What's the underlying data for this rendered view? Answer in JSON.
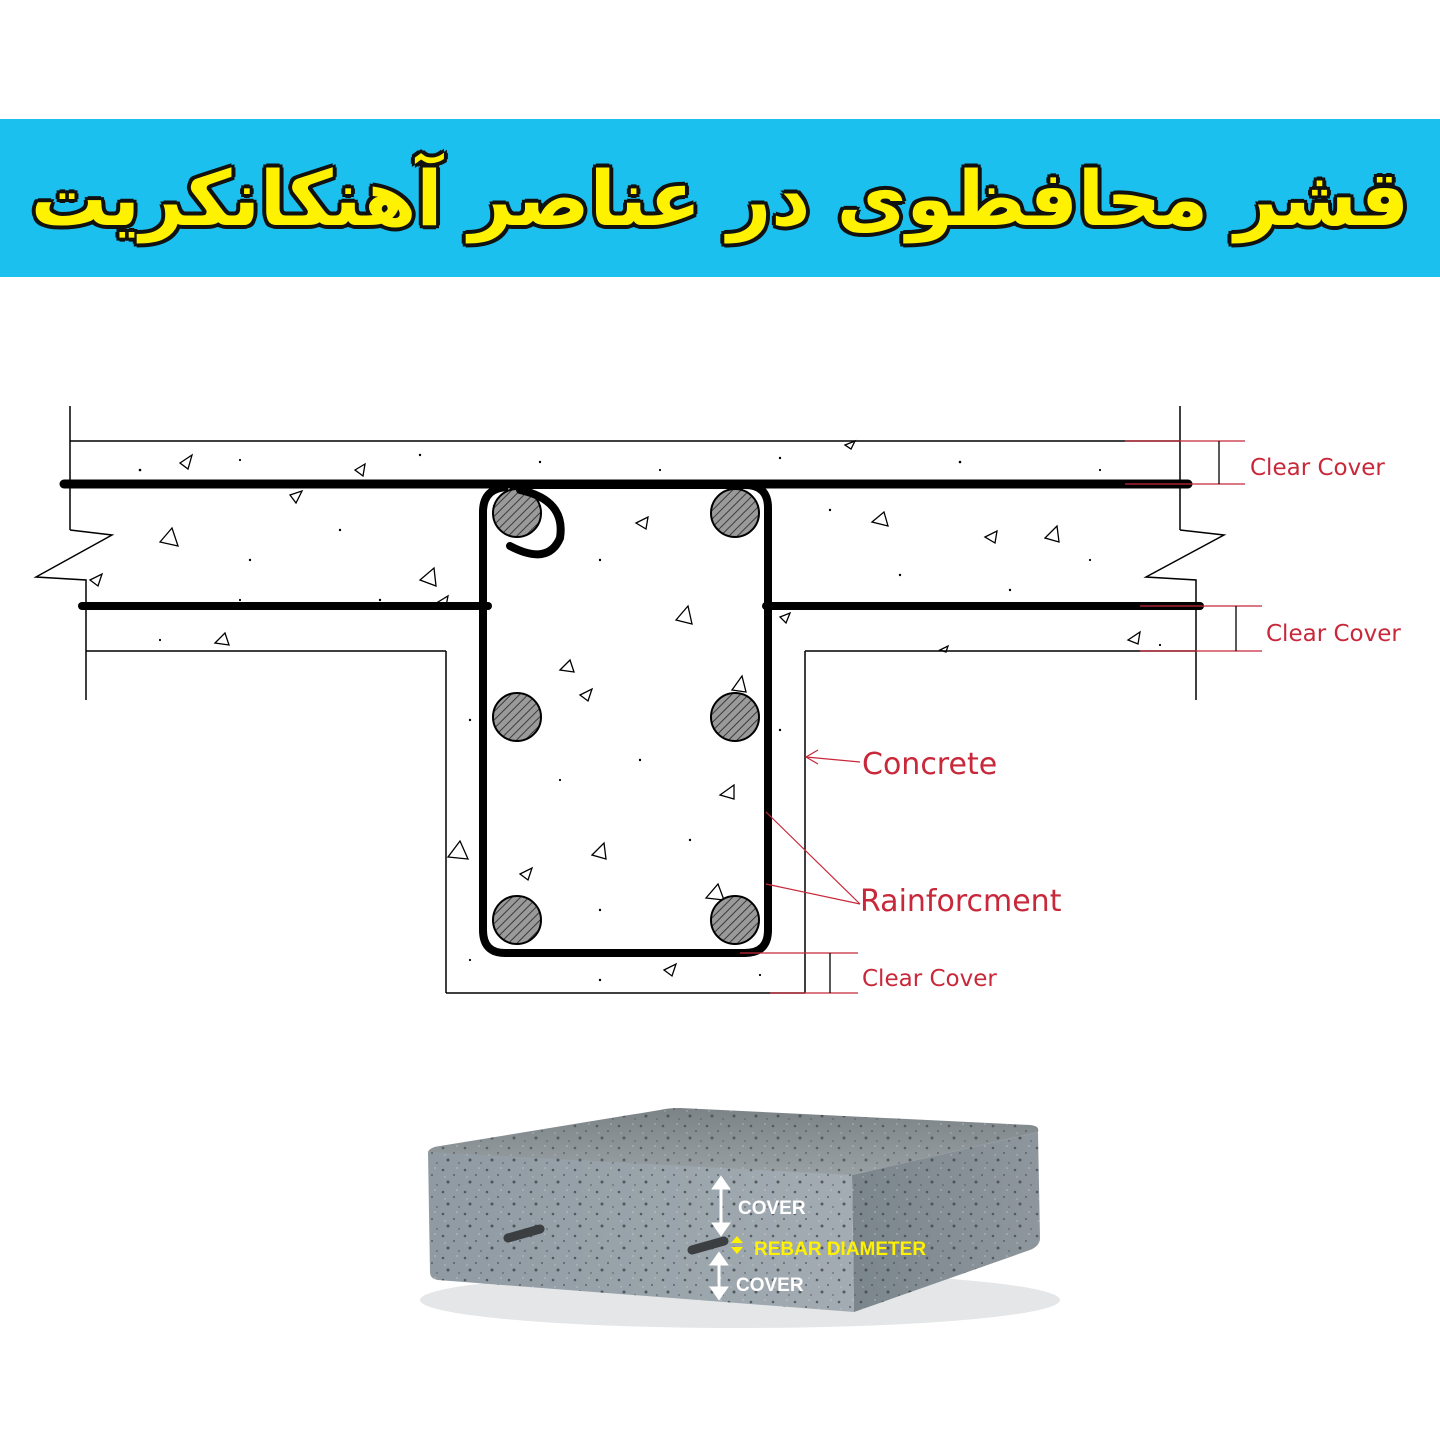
{
  "banner": {
    "title": "قشر محافظوی در عناصر آهنکانکریت",
    "background": "#1cc0ef",
    "text_color": "#fff200"
  },
  "section_diagram": {
    "labels": {
      "clear_cover_top": "Clear Cover",
      "clear_cover_mid": "Clear Cover",
      "concrete": "Concrete",
      "reinforcement": "Rainforcment",
      "clear_cover_bottom": "Clear Cover"
    },
    "label_color": "#c8283a"
  },
  "slab_illustration": {
    "cover_top": "COVER",
    "rebar_diameter": "REBAR DIAMETER",
    "cover_bottom": "COVER"
  }
}
